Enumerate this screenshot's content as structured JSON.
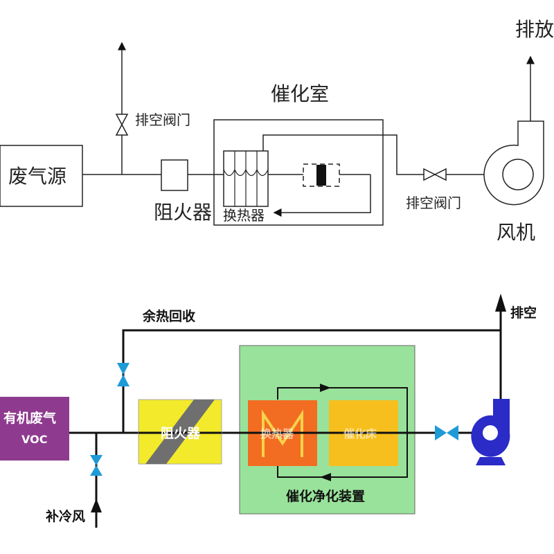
{
  "top": {
    "source": "废气源",
    "vent_valve_1": "排空阀门",
    "arrestor": "阻火器",
    "chamber": "催化室",
    "exchanger": "换热器",
    "vent_valve_2": "排空阀门",
    "fan": "风机",
    "exhaust": "排放"
  },
  "bottom": {
    "voc_line1": "有机废气",
    "voc_line2": "VOC",
    "makeup_air": "补冷风",
    "heat_recovery": "余热回收",
    "arrestor": "阻火器",
    "exchanger": "换热器",
    "catalyst_bed": "催化床",
    "device": "催化净化装置",
    "vent": "排空"
  },
  "colors": {
    "voc_box": "#8e3b8f",
    "arrestor_box": "#f2ea2a",
    "arrestor_stripe": "#6f6f6f",
    "device_bg": "#99e29b",
    "exchanger_box": "#f26d21",
    "catalyst_box": "#f7bf1d",
    "valve": "#1e9bd7",
    "fan": "#2b2bc8"
  }
}
